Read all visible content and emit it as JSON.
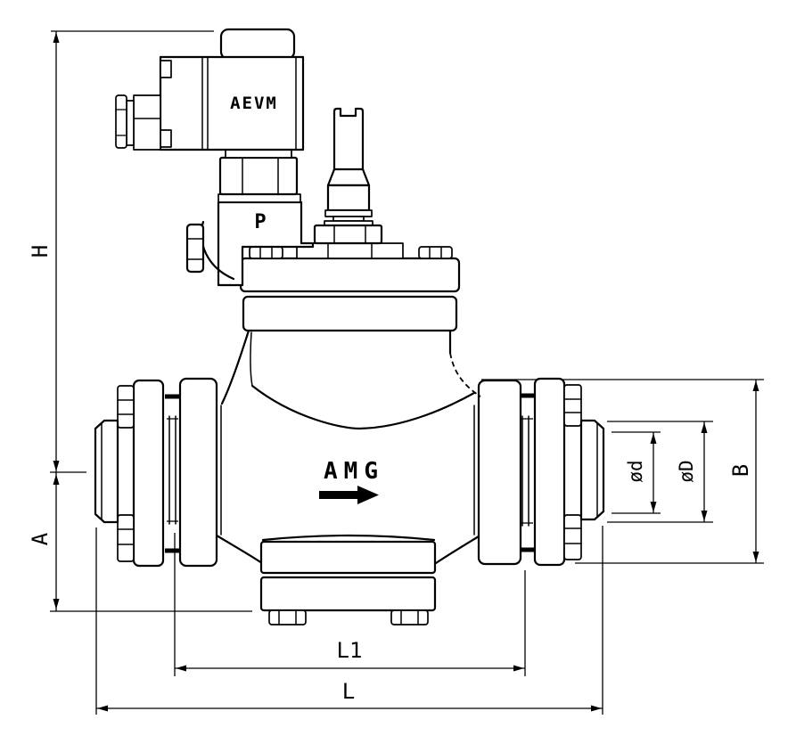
{
  "diagram": {
    "type": "technical-dimensional-drawing",
    "subject": "Flanged valve with solenoid pilot - outline dimension drawing",
    "background_color": "#ffffff",
    "line_color": "#000000",
    "markings": {
      "solenoid": "AEVM",
      "pilot_port": "P",
      "valve_body": "AMG"
    },
    "flow_arrow_icon": "flow-direction-right-arrow",
    "dimension_labels": {
      "overall_height": "H",
      "centerline_to_base": "A",
      "flange_outside_diameter": "B",
      "raised_face_diameter": "øD",
      "bore_diameter": "ød",
      "inner_flange_spacing": "L1",
      "overall_length": "L"
    }
  }
}
